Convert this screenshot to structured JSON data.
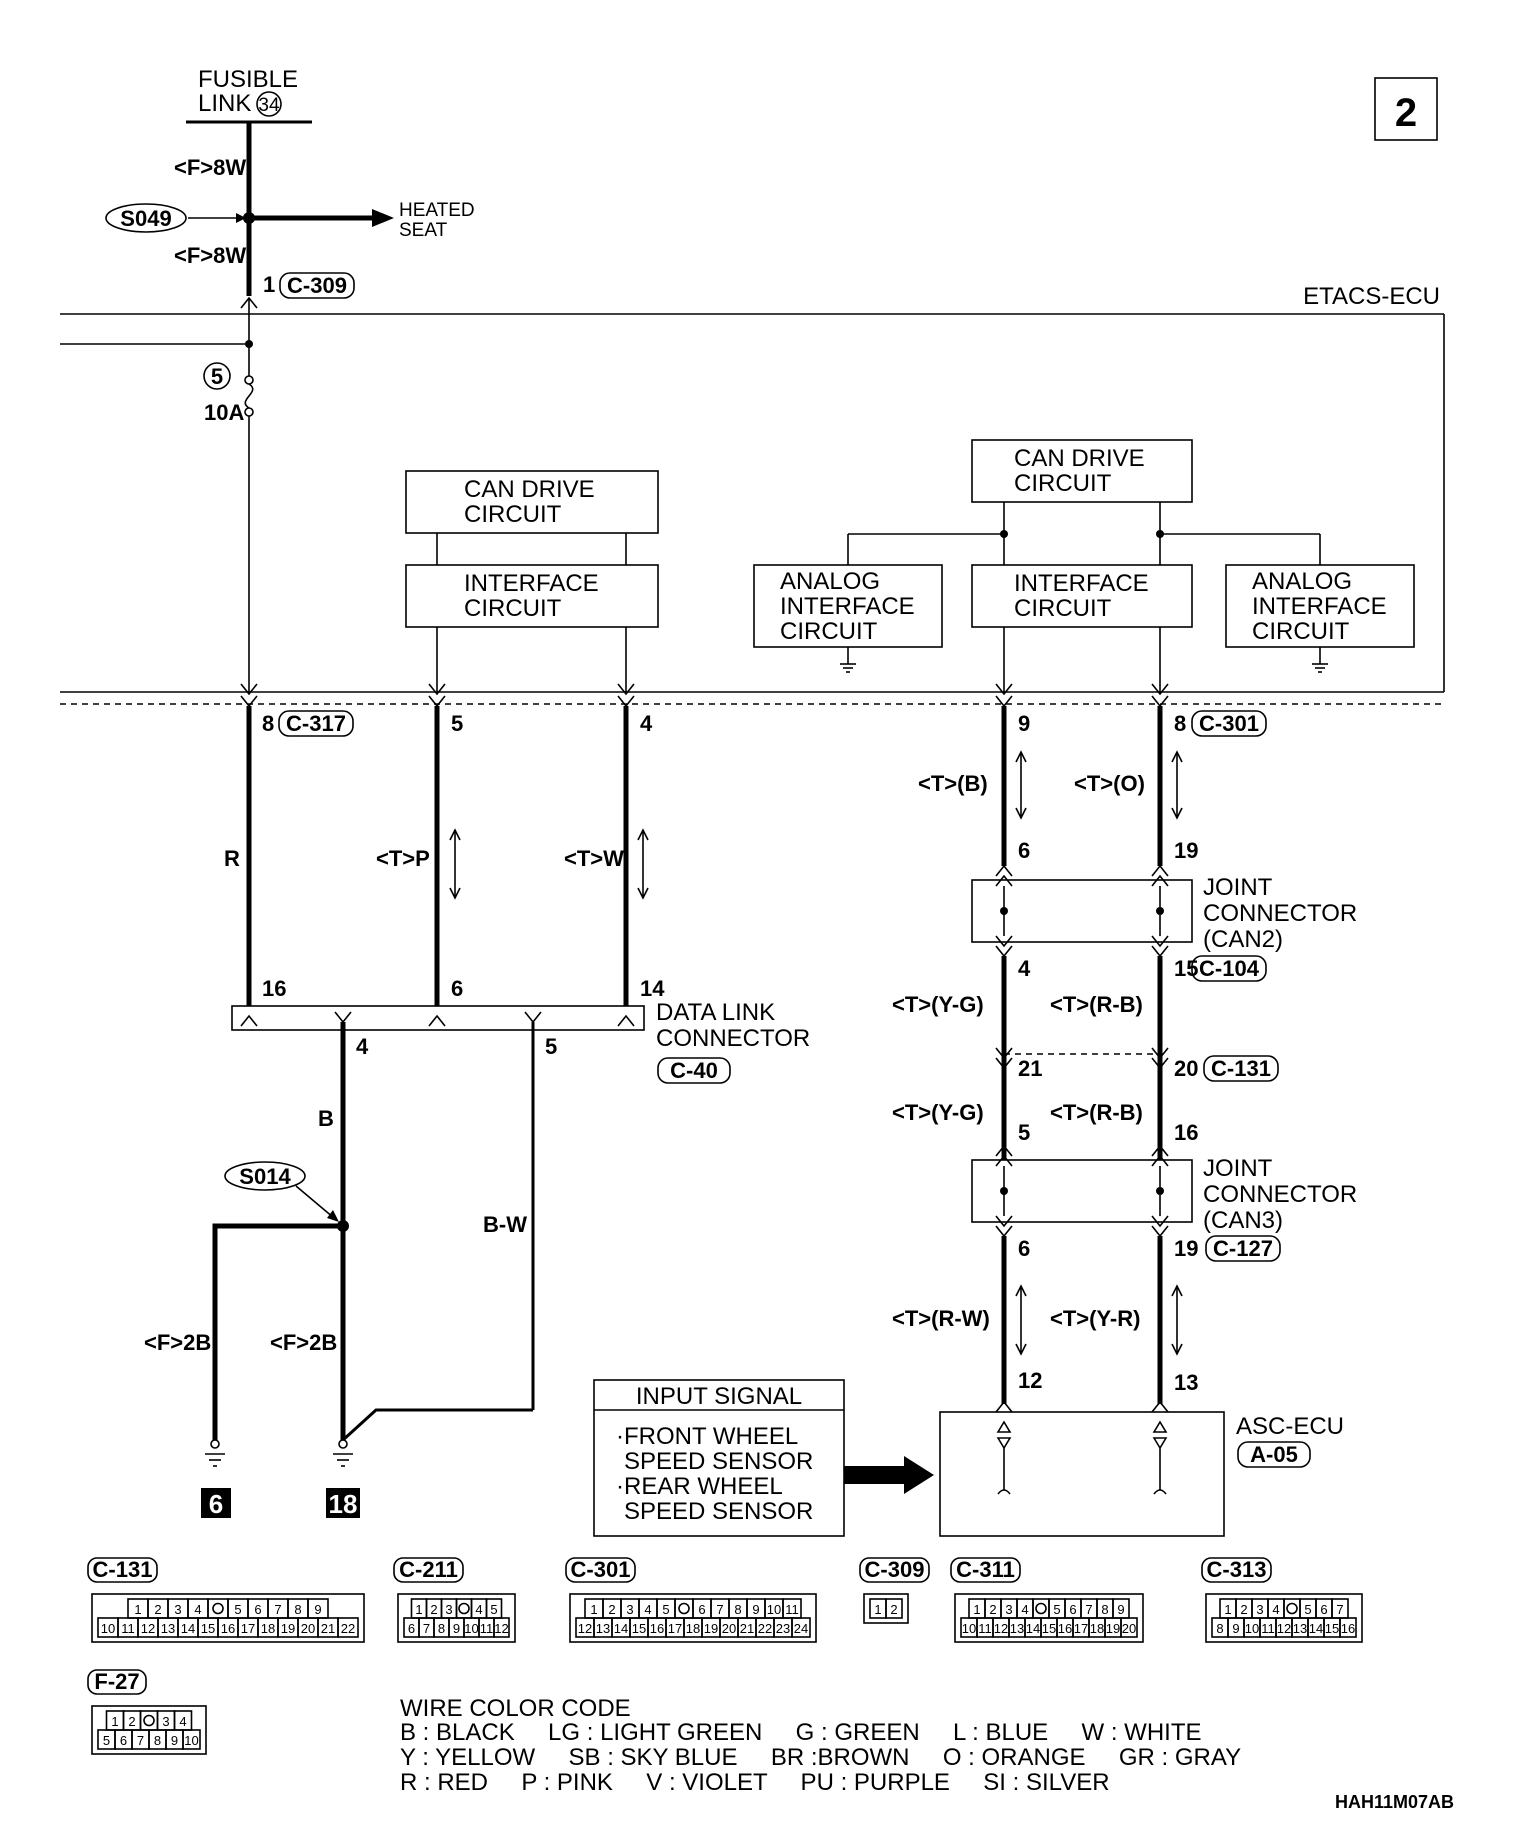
{
  "sheet_number": "2",
  "drawing_code": "HAH11M07AB",
  "fusible_link": {
    "line1": "FUSIBLE",
    "line2": "LINK",
    "number": "34"
  },
  "splice": {
    "s049": "S049",
    "s014": "S014"
  },
  "heated_seat": {
    "line1": "HEATED",
    "line2": "SEAT"
  },
  "wire_labels": {
    "f8w_top": "<F>8W",
    "f8w_bottom": "<F>8W",
    "r": "R",
    "tp": "<T>P",
    "tw": "<T>W",
    "b": "B",
    "bw": "B-W",
    "f2b_left": "<F>2B",
    "f2b_right": "<F>2B",
    "tb": "<T>(B)",
    "to": "<T>(O)",
    "tyg1": "<T>(Y-G)",
    "trb1": "<T>(R-B)",
    "tyg2": "<T>(Y-G)",
    "trb2": "<T>(R-B)",
    "trw": "<T>(R-W)",
    "tyr": "<T>(Y-R)"
  },
  "fuse": {
    "number": "5",
    "rating": "10A"
  },
  "ecu": {
    "etacs": "ETACS-ECU",
    "asc": "ASC-ECU"
  },
  "boxes": {
    "can_drive_left": [
      "CAN DRIVE",
      "CIRCUIT"
    ],
    "interface_left": [
      "INTERFACE",
      "CIRCUIT"
    ],
    "can_drive_right": [
      "CAN DRIVE",
      "CIRCUIT"
    ],
    "analog_left": [
      "ANALOG",
      "INTERFACE",
      "CIRCUIT"
    ],
    "interface_right": [
      "INTERFACE",
      "CIRCUIT"
    ],
    "analog_right": [
      "ANALOG",
      "INTERFACE",
      "CIRCUIT"
    ]
  },
  "connectors": {
    "c309": "C-309",
    "c317": "C-317",
    "c301": "C-301",
    "c104": "C-104",
    "c131": "C-131",
    "c127": "C-127",
    "c40": "C-40",
    "a05": "A-05"
  },
  "pins": {
    "c309_pin": "1",
    "c317_pin": "8",
    "p5": "5",
    "p4": "4",
    "p9": "9",
    "c301_pin": "8",
    "dlc16": "16",
    "dlc6": "6",
    "dlc14": "14",
    "dlc4": "4",
    "dlc5": "5",
    "jc2_in_l": "6",
    "jc2_in_r": "19",
    "jc2_out_l": "4",
    "jc2_out_r": "15",
    "c131_l": "21",
    "c131_r": "20",
    "jc3_in_l": "5",
    "jc3_in_r": "16",
    "jc3_out_l": "6",
    "jc3_out_r": "19",
    "asc_l": "12",
    "asc_r": "13"
  },
  "joint_connector_can2": [
    "JOINT",
    "CONNECTOR",
    "(CAN2)"
  ],
  "joint_connector_can3": [
    "JOINT",
    "CONNECTOR",
    "(CAN3)"
  ],
  "data_link_connector": [
    "DATA LINK",
    "CONNECTOR"
  ],
  "input_signal": {
    "title": "INPUT SIGNAL",
    "lines": [
      "·FRONT WHEEL",
      "SPEED SENSOR",
      "·REAR WHEEL",
      "SPEED SENSOR"
    ]
  },
  "grounds": {
    "g6": "6",
    "g18": "18"
  },
  "connector_views": [
    {
      "label": "C-131",
      "rows": [
        [
          "1",
          "2",
          "3",
          "4",
          "",
          "5",
          "6",
          "7",
          "8",
          "9"
        ],
        [
          "10",
          "11",
          "12",
          "13",
          "14",
          "15",
          "16",
          "17",
          "18",
          "19",
          "20",
          "21",
          "22"
        ]
      ]
    },
    {
      "label": "C-211",
      "rows": [
        [
          "1",
          "2",
          "3",
          "",
          "4",
          "5"
        ],
        [
          "6",
          "7",
          "8",
          "9",
          "10",
          "11",
          "12"
        ]
      ]
    },
    {
      "label": "C-301",
      "rows": [
        [
          "1",
          "2",
          "3",
          "4",
          "5",
          "",
          "6",
          "7",
          "8",
          "9",
          "10",
          "11"
        ],
        [
          "12",
          "13",
          "14",
          "15",
          "16",
          "17",
          "18",
          "19",
          "20",
          "21",
          "22",
          "23",
          "24"
        ]
      ]
    },
    {
      "label": "C-309",
      "rows": [
        [
          "1",
          "2"
        ]
      ]
    },
    {
      "label": "C-311",
      "rows": [
        [
          "1",
          "2",
          "3",
          "4",
          "",
          "5",
          "6",
          "7",
          "8",
          "9"
        ],
        [
          "10",
          "11",
          "12",
          "13",
          "14",
          "15",
          "16",
          "17",
          "18",
          "19",
          "20"
        ]
      ]
    },
    {
      "label": "C-313",
      "rows": [
        [
          "1",
          "2",
          "3",
          "4",
          "",
          "5",
          "6",
          "7"
        ],
        [
          "8",
          "9",
          "10",
          "11",
          "12",
          "13",
          "14",
          "15",
          "16"
        ]
      ]
    },
    {
      "label": "F-27",
      "rows": [
        [
          "1",
          "2",
          "",
          "3",
          "4"
        ],
        [
          "5",
          "6",
          "7",
          "8",
          "9",
          "10"
        ]
      ]
    }
  ],
  "wire_color_code": {
    "title": "WIRE COLOR CODE",
    "lines": [
      "B : BLACK     LG : LIGHT GREEN     G : GREEN     L : BLUE     W : WHITE",
      "Y : YELLOW     SB : SKY BLUE     BR :BROWN     O : ORANGE     GR : GRAY",
      "R : RED     P : PINK     V : VIOLET     PU : PURPLE     SI : SILVER"
    ]
  }
}
